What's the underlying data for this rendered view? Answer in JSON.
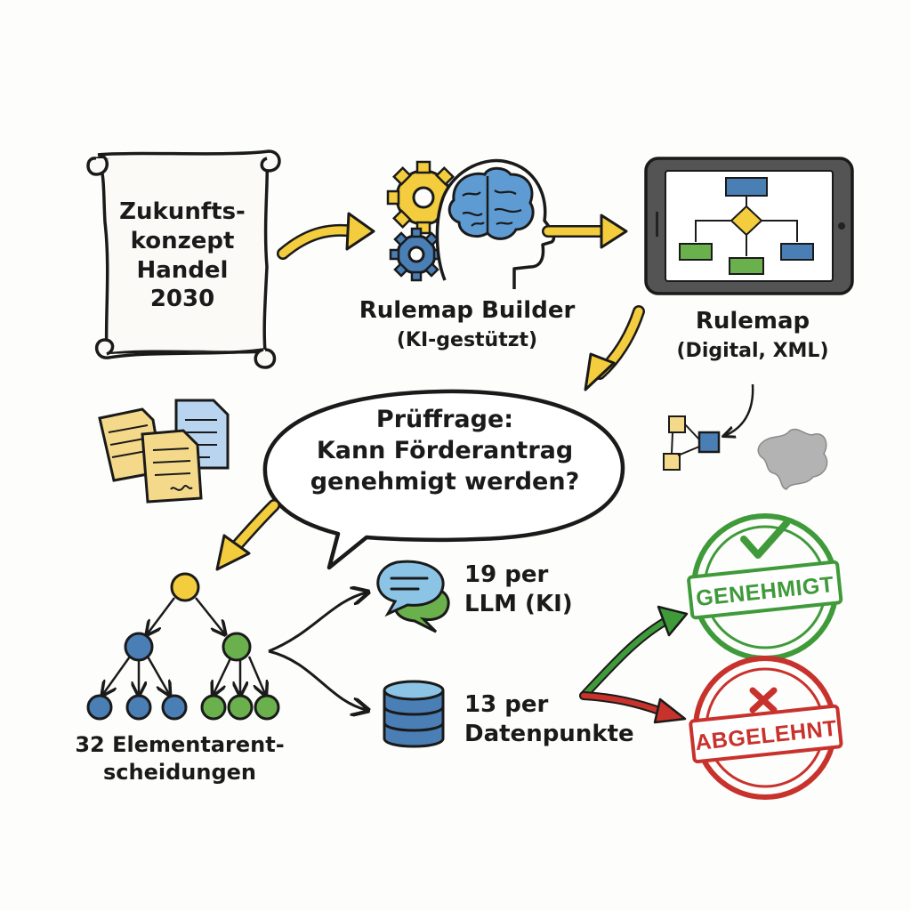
{
  "scroll": {
    "lines": [
      "Zukunfts-",
      "konzept",
      "Handel",
      "2030"
    ]
  },
  "builder": {
    "title": "Rulemap Builder",
    "subtitle": "(KI-gestützt)"
  },
  "rulemap": {
    "title": "Rulemap",
    "subtitle": "(Digital, XML)"
  },
  "question": {
    "lines": [
      "Prüffrage:",
      "Kann Förderantrag",
      "genehmigt werden?"
    ]
  },
  "tree": {
    "lines": [
      "32 Elementarent-",
      "scheidungen"
    ]
  },
  "llm": {
    "lines": [
      "19 per",
      "LLM (KI)"
    ]
  },
  "datapoints": {
    "lines": [
      "13 per",
      "Datenpunkte"
    ]
  },
  "approved": {
    "label": "GENEHMIGT",
    "color": "#3f9a3a"
  },
  "rejected": {
    "label": "ABGELEHNT",
    "color": "#c8322c"
  },
  "colors": {
    "arrow_yellow": "#f3cd3d",
    "node_yellow": "#f3cd3d",
    "node_blue": "#4a7fb6",
    "node_green": "#6ab04c",
    "ink": "#1a1a1a"
  }
}
